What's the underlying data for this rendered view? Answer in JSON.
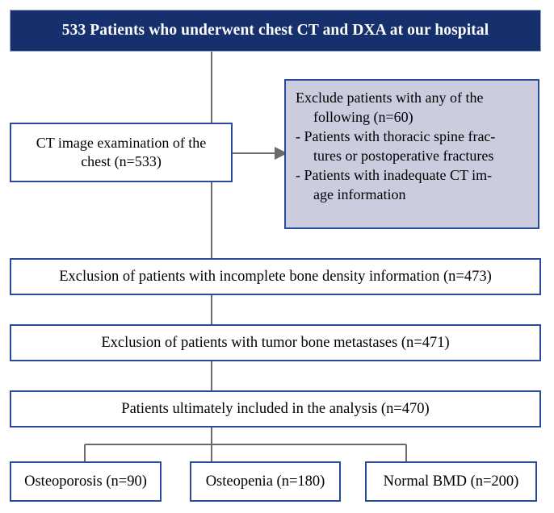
{
  "diagram": {
    "title_banner": {
      "text": "533 Patients who underwent chest CT and DXA at our hospital",
      "fill_color": "#16306d",
      "text_color": "#ffffff"
    },
    "colors": {
      "box_border": "#2a4b9b",
      "box_fill": "#ffffff",
      "exclusion_fill": "#ccccdf",
      "connector": "#6b6b6b",
      "banner_fill": "#16306d"
    },
    "nodes": {
      "ct_exam": {
        "line1": "CT image examination of the",
        "line2": "chest (n=533)",
        "n": 533
      },
      "exclusion_criteria": {
        "line1": "Exclude patients with any of the",
        "line2": "following (n=60)",
        "line3": "- Patients with thoracic spine frac-",
        "line4": "tures or postoperative fractures",
        "line5": "- Patients with inadequate CT im-",
        "line6": "age information",
        "n": 60
      },
      "exclude_incomplete_bmd": {
        "text": "Exclusion of patients with incomplete bone density information (n=473)",
        "n": 473
      },
      "exclude_tumor_metastases": {
        "text": "Exclusion of patients with tumor bone metastases (n=471)",
        "n": 471
      },
      "included_final": {
        "text": "Patients ultimately included in the analysis (n=470)",
        "n": 470
      },
      "osteoporosis": {
        "text": "Osteoporosis (n=90)",
        "n": 90
      },
      "osteopenia": {
        "text": "Osteopenia (n=180)",
        "n": 180
      },
      "normal_bmd": {
        "text": "Normal BMD (n=200)",
        "n": 200
      }
    },
    "connectors": {
      "arrow_to_exclusion": "arrow-right-icon",
      "main_spine": "vertical-line",
      "branch_split": "tree-split-connector"
    }
  },
  "chart_data": {
    "type": "diagram",
    "title": "533 Patients who underwent chest CT and DXA at our hospital",
    "flow": [
      {
        "step": 1,
        "label": "533 Patients who underwent chest CT and DXA at our hospital",
        "n": 533
      },
      {
        "step": 2,
        "label": "CT image examination of the chest",
        "n": 533
      },
      {
        "step": 3,
        "label": "Exclude patients with any of the following",
        "n": 60,
        "type": "exclusion",
        "reasons": [
          "Patients with thoracic spine fractures or postoperative fractures",
          "Patients with inadequate CT image information"
        ]
      },
      {
        "step": 4,
        "label": "Exclusion of patients with incomplete bone density information",
        "n": 473
      },
      {
        "step": 5,
        "label": "Exclusion of patients with tumor bone metastases",
        "n": 471
      },
      {
        "step": 6,
        "label": "Patients ultimately included in the analysis",
        "n": 470
      }
    ],
    "categories": [
      "Osteoporosis",
      "Osteopenia",
      "Normal BMD"
    ],
    "values": [
      90,
      180,
      200
    ]
  }
}
